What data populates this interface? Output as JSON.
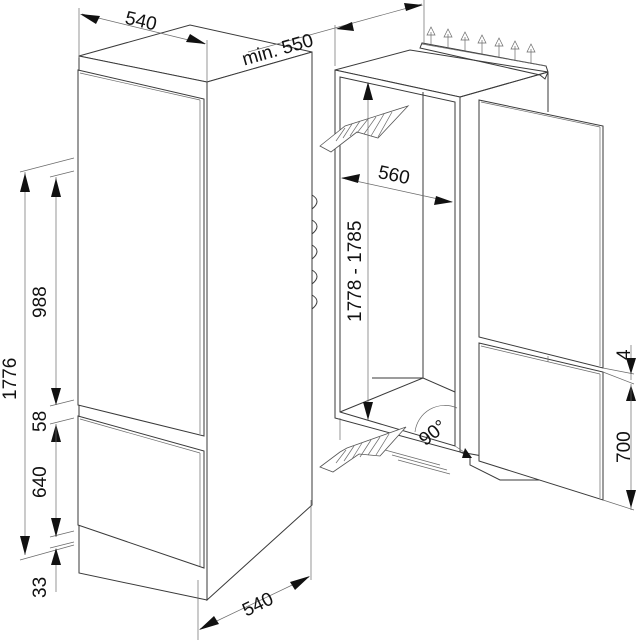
{
  "diagram": {
    "subject": "Built-in fridge-freezer installation dimensions",
    "unit": "mm",
    "appliance_dimensions": {
      "top_width": "540",
      "bottom_depth": "540",
      "total_height": "1776",
      "upper_door_height": "988",
      "gap_between_doors": "58",
      "lower_door_height": "640",
      "bottom_plinth_gap": "33"
    },
    "niche_dimensions": {
      "min_depth": "min. 550",
      "inner_width": "560",
      "niche_height": "1778 - 1785",
      "door_hinge_angle": "90°"
    },
    "furniture_door_dimensions": {
      "gap": "4",
      "lower_door_height": "700"
    }
  }
}
